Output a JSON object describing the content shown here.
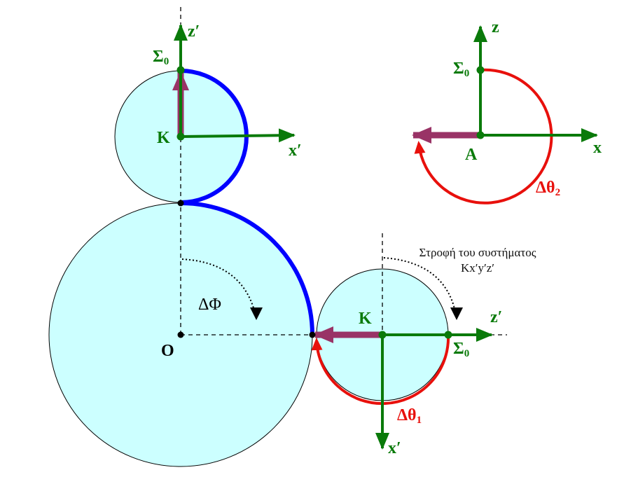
{
  "colors": {
    "disk": "#ccffff",
    "path": "#0000ff",
    "rotation": "#ff0000",
    "axes": "#0a7a0a",
    "vector": "#993366"
  },
  "labels": {
    "top_z": "z′",
    "top_sigma": "Σ",
    "top_sigma_sub": "0",
    "top_K": "K",
    "top_x": "x′",
    "right_z": "z′",
    "right_sigma": "Σ",
    "right_sigma_sub": "0",
    "right_K": "K",
    "right_x": "x′",
    "dtheta1": "Δθ",
    "dtheta1_sub": "1",
    "A_z": "z",
    "A_sigma": "Σ",
    "A_sigma_sub": "0",
    "A": "A",
    "A_x": "x",
    "dtheta2": "Δθ",
    "dtheta2_sub": "2",
    "O": "O",
    "dphi": "ΔΦ",
    "note_line1": "Στροφή του συστήματος",
    "note_line2": "Kx′y′z′"
  }
}
